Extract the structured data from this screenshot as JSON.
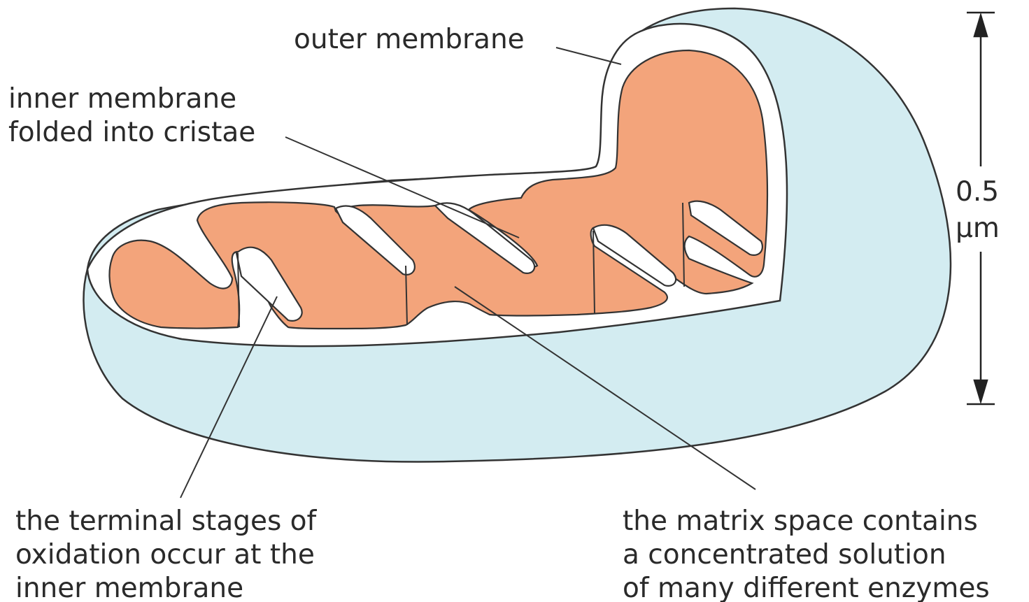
{
  "labels": {
    "outer_membrane": "outer membrane",
    "inner_membrane_line1": "inner membrane",
    "inner_membrane_line2": "folded into cristae",
    "terminal_line1": "the terminal stages of",
    "terminal_line2": "oxidation occur at the",
    "terminal_line3": "inner membrane",
    "matrix_line1": "the matrix space contains",
    "matrix_line2": "a concentrated solution",
    "matrix_line3": "of many different enzymes"
  },
  "scale_bar": {
    "value": "0.5",
    "unit": "μm"
  },
  "colors": {
    "outer_fill": "#d3ecf1",
    "matrix_fill": "#f3a47b",
    "membrane_fill": "#ffffff",
    "line": "#333333",
    "text": "#2a2a2a"
  }
}
